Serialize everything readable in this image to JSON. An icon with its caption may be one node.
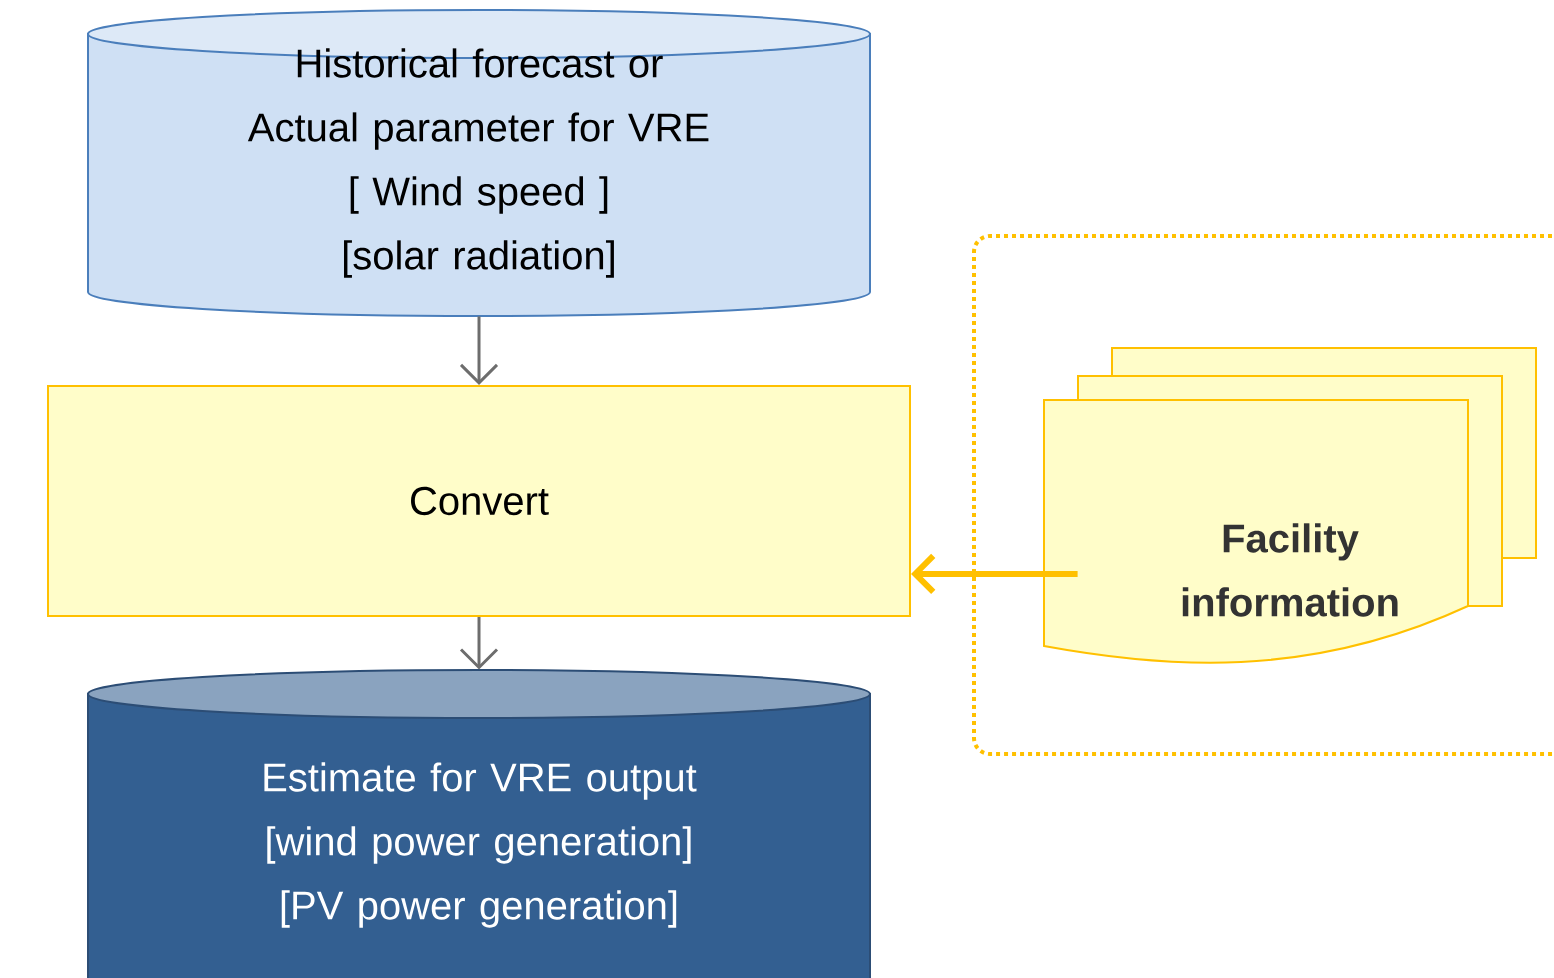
{
  "diagram": {
    "nodes": [
      {
        "text": [
          "Historical forecast or Actual parameter for VRE",
          "[ Wind speed ]",
          "[solar radiation]"
        ]
      },
      {
        "text": [
          "Convert"
        ]
      },
      {
        "text": [],
        "shape": "box"
      },
      {
        "text": [
          "Facility information"
        ],
        "in": 2
      },
      {
        "text": [
          "Estimate for VRE output",
          "[wind power generation]",
          "[PV power generation]"
        ]
      }
    ],
    "edges": [
      {
        "from": 0,
        "to": 1,
        "arrow": "to"
      },
      {
        "from": 3,
        "to": 1,
        "arrow": "to",
        "style": "thick",
        "color": "#ffc000"
      },
      {
        "from": 1,
        "to": 4,
        "arrow": "to"
      }
    ]
  }
}
